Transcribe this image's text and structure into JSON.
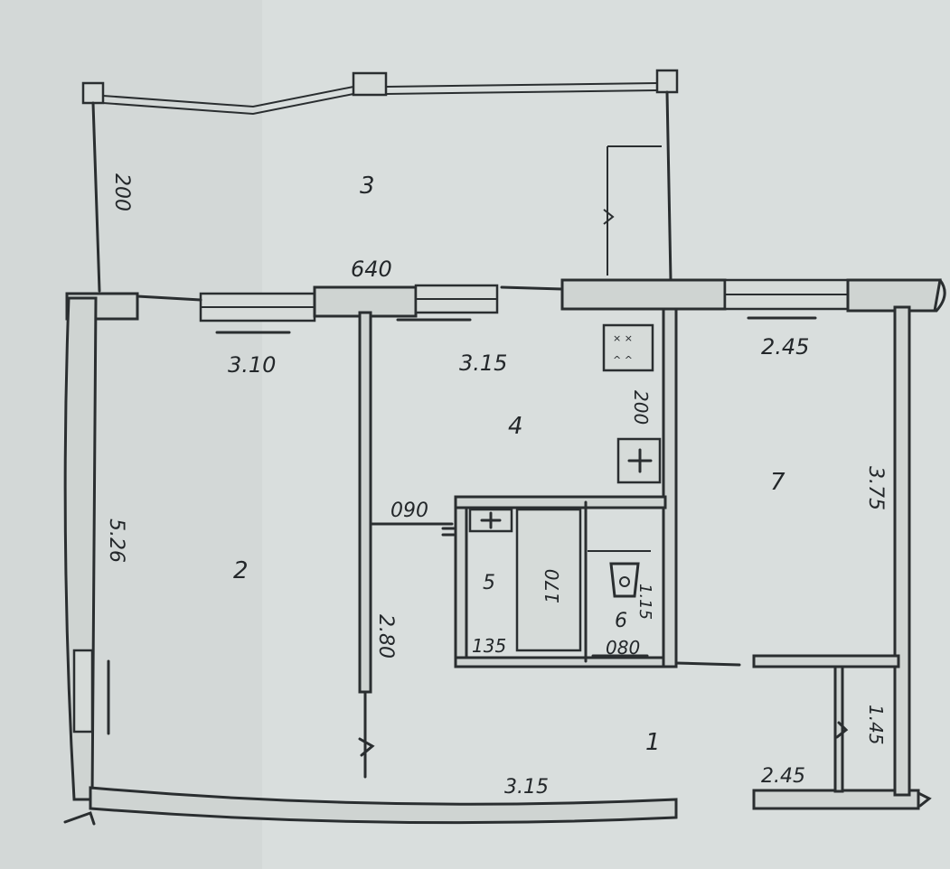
{
  "rooms": [
    {
      "id": "3",
      "label": "3"
    },
    {
      "id": "4",
      "label": "4"
    },
    {
      "id": "7",
      "label": "7"
    },
    {
      "id": "2",
      "label": "2"
    },
    {
      "id": "5",
      "label": "5"
    },
    {
      "id": "6",
      "label": "6"
    },
    {
      "id": "1",
      "label": "1"
    }
  ],
  "dimensions": {
    "balcony_depth": "200",
    "balcony_width": "640",
    "room2_width": "3.10",
    "room4_width": "3.15",
    "room7_width": "2.45",
    "kitchen_wall": "200",
    "room2_length": "5.26",
    "room7_length": "3.75",
    "bath_door": "090",
    "bath_length": "170",
    "wc_length": "1.15",
    "bath_width": "135",
    "wc_width": "080",
    "corridor_side": "2.80",
    "hall_width": "3.15",
    "closet_width": "2.45",
    "closet_length": "1.45"
  },
  "colors": {
    "paper": "#d9dedd",
    "ink": "#2a2e30",
    "wall_fill": "#cfd4d2"
  }
}
